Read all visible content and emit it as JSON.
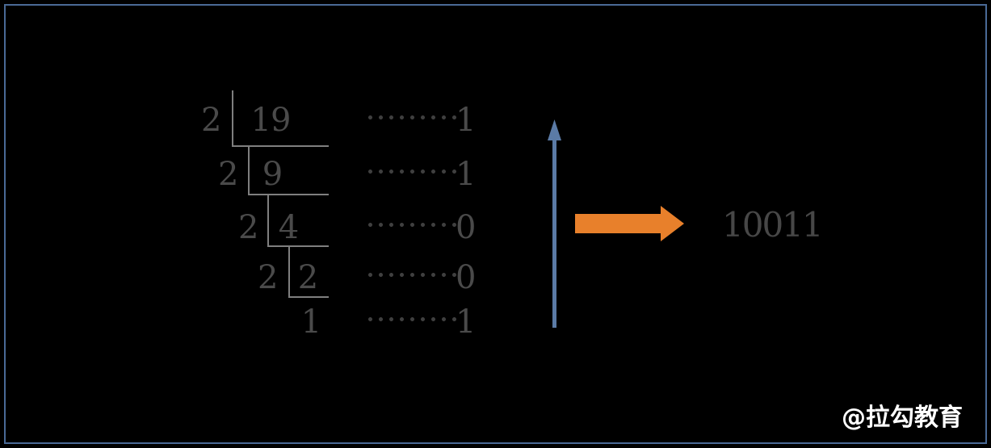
{
  "division": {
    "rows": [
      {
        "divisor": "2",
        "dividend": "19",
        "remainder": "1"
      },
      {
        "divisor": "2",
        "dividend": "9",
        "remainder": "1"
      },
      {
        "divisor": "2",
        "dividend": "4",
        "remainder": "0"
      },
      {
        "divisor": "2",
        "dividend": "2",
        "remainder": "0"
      },
      {
        "divisor": "",
        "dividend": "1",
        "remainder": "1"
      }
    ]
  },
  "result": {
    "value": "10011"
  },
  "watermark": {
    "text": "@拉勾教育"
  },
  "icons": {
    "up_arrow": "read-direction-up-arrow",
    "right_arrow": "conversion-right-arrow"
  },
  "colors": {
    "background": "#000000",
    "border": "#4a6a96",
    "line": "#7f7f7f",
    "digit": "#4a4a4a",
    "dots": "#3f3f3f",
    "blue_arrow": "#5b7ba6",
    "orange_arrow": "#e8802b",
    "result_text": "#474747",
    "watermark_text": "#ffffff"
  }
}
